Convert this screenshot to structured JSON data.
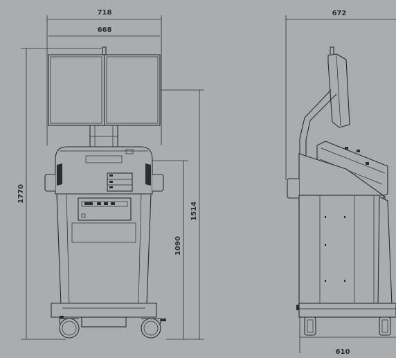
{
  "dimensions": {
    "front_overall_width": "718",
    "front_monitor_width": "668",
    "front_total_height": "1770",
    "front_monitor_top_height": "1514",
    "front_console_height": "1090",
    "side_overall_depth": "672",
    "side_base_depth": "610"
  },
  "colors": {
    "background": "#a9adaf",
    "line": "#2a2c2e"
  }
}
